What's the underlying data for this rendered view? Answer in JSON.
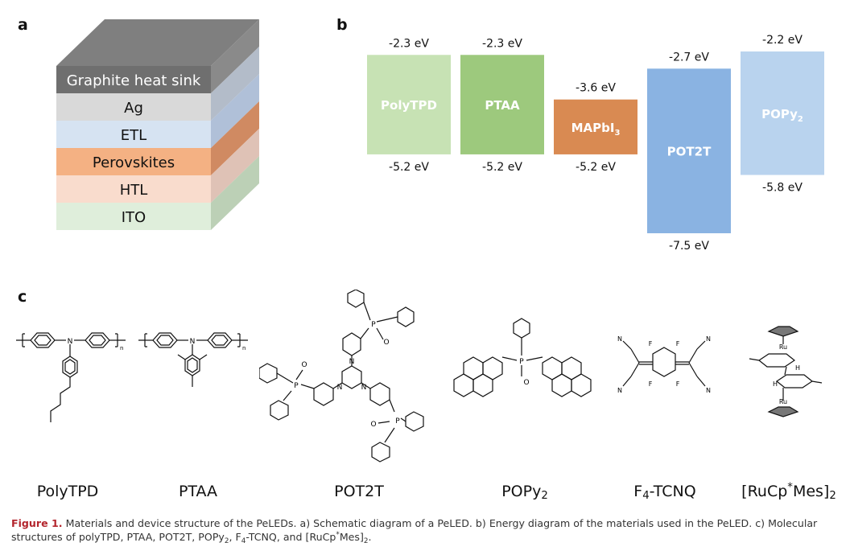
{
  "panels": {
    "a": "a",
    "b": "b",
    "c": "c"
  },
  "stack": {
    "layers": [
      {
        "label": "Graphite heat sink",
        "front": "#6f6f6f",
        "side": "#8a8a8a",
        "text": "#ffffff"
      },
      {
        "label": "Ag",
        "front": "#d9d9d9",
        "side": "#b3bcc9",
        "text": "#111111"
      },
      {
        "label": "ETL",
        "front": "#d6e3f2",
        "side": "#b0c0d8",
        "text": "#111111"
      },
      {
        "label": "Perovskites",
        "front": "#f4b183",
        "side": "#d08a62",
        "text": "#111111"
      },
      {
        "label": "HTL",
        "front": "#f9dccd",
        "side": "#dfc2b6",
        "text": "#111111"
      },
      {
        "label": "ITO",
        "front": "#dfeedb",
        "side": "#bcd0b6",
        "text": "#111111"
      }
    ],
    "top_color": "#7f7f7f"
  },
  "energy": {
    "materials": [
      {
        "name": "PolyTPD",
        "sub": "",
        "lumo": "-2.3 eV",
        "homo": "-5.2 eV",
        "lumo_val": -2.3,
        "homo_val": -5.2,
        "color": "#c7e2b4"
      },
      {
        "name": "PTAA",
        "sub": "",
        "lumo": "-2.3 eV",
        "homo": "-5.2 eV",
        "lumo_val": -2.3,
        "homo_val": -5.2,
        "color": "#9dc97d"
      },
      {
        "name": "MAPbI",
        "sub": "3",
        "lumo": "-3.6 eV",
        "homo": "-5.2 eV",
        "lumo_val": -3.6,
        "homo_val": -5.2,
        "color": "#d98a52"
      },
      {
        "name": "POT2T",
        "sub": "",
        "lumo": "-2.7 eV",
        "homo": "-7.5 eV",
        "lumo_val": -2.7,
        "homo_val": -7.5,
        "color": "#8ab3e2"
      },
      {
        "name": "POPy",
        "sub": "2",
        "lumo": "-2.2 eV",
        "homo": "-5.8 eV",
        "lumo_val": -2.2,
        "homo_val": -5.8,
        "color": "#b9d3ee"
      }
    ]
  },
  "molecules": {
    "polytpd": {
      "name": "PolyTPD",
      "n": "n"
    },
    "ptaa": {
      "name": "PTAA",
      "n": "n"
    },
    "pot2t": {
      "name": "POT2T"
    },
    "popy2": {
      "name": "POPy",
      "sub": "2"
    },
    "f4tcnq": {
      "pre": "F",
      "pre_sub": "4",
      "post": "-TCNQ"
    },
    "rucp": {
      "pre": "[RuCp",
      "sup": "*",
      "mid": "Mes]",
      "sub": "2"
    }
  },
  "caption": {
    "label": "Figure 1.",
    "text1": " Materials and device structure of the PeLEDs. a) Schematic diagram of a PeLED. b) Energy diagram of the materials used in the PeLED. c) Molecular structures of polyTPD, PTAA, POT2T, POPy",
    "sub1": "2",
    "text2": ", F",
    "sub2": "4",
    "text3": "-TCNQ, and [RuCp",
    "sup1": "*",
    "text4": "Mes]",
    "sub3": "2",
    "text5": "."
  }
}
